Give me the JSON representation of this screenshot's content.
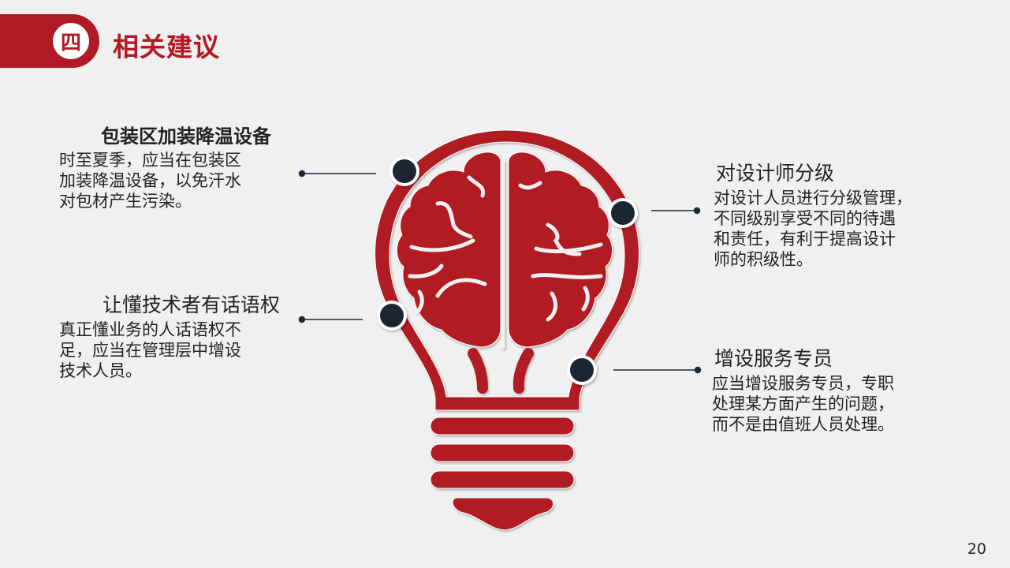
{
  "header": {
    "section_number": "四",
    "title": "相关建议"
  },
  "colors": {
    "accent": "#b01a24",
    "dot": "#1f2733",
    "background": "#f0f0f0",
    "text": "#222222"
  },
  "suggestions": [
    {
      "heading": "包装区加装降温设备",
      "body": "时至夏季，应当在包装区\n加装降温设备，以免汗水\n对包材产生污染。"
    },
    {
      "heading": "让懂技术者有话语权",
      "body": "真正懂业务的人话语权不\n足，应当在管理层中增设\n技术人员。"
    },
    {
      "heading": "对设计师分级",
      "body": "对设计人员进行分级管理，\n不同级别享受不同的待遇\n和责任，有利于提高设计\n师的积级性。"
    },
    {
      "heading": "增设服务专员",
      "body": "应当增设服务专员，专职\n处理某方面产生的问题，\n而不是由值班人员处理。"
    }
  ],
  "graphic": {
    "icon": "lightbulb-brain-icon"
  },
  "footer": {
    "page_number": "20"
  }
}
